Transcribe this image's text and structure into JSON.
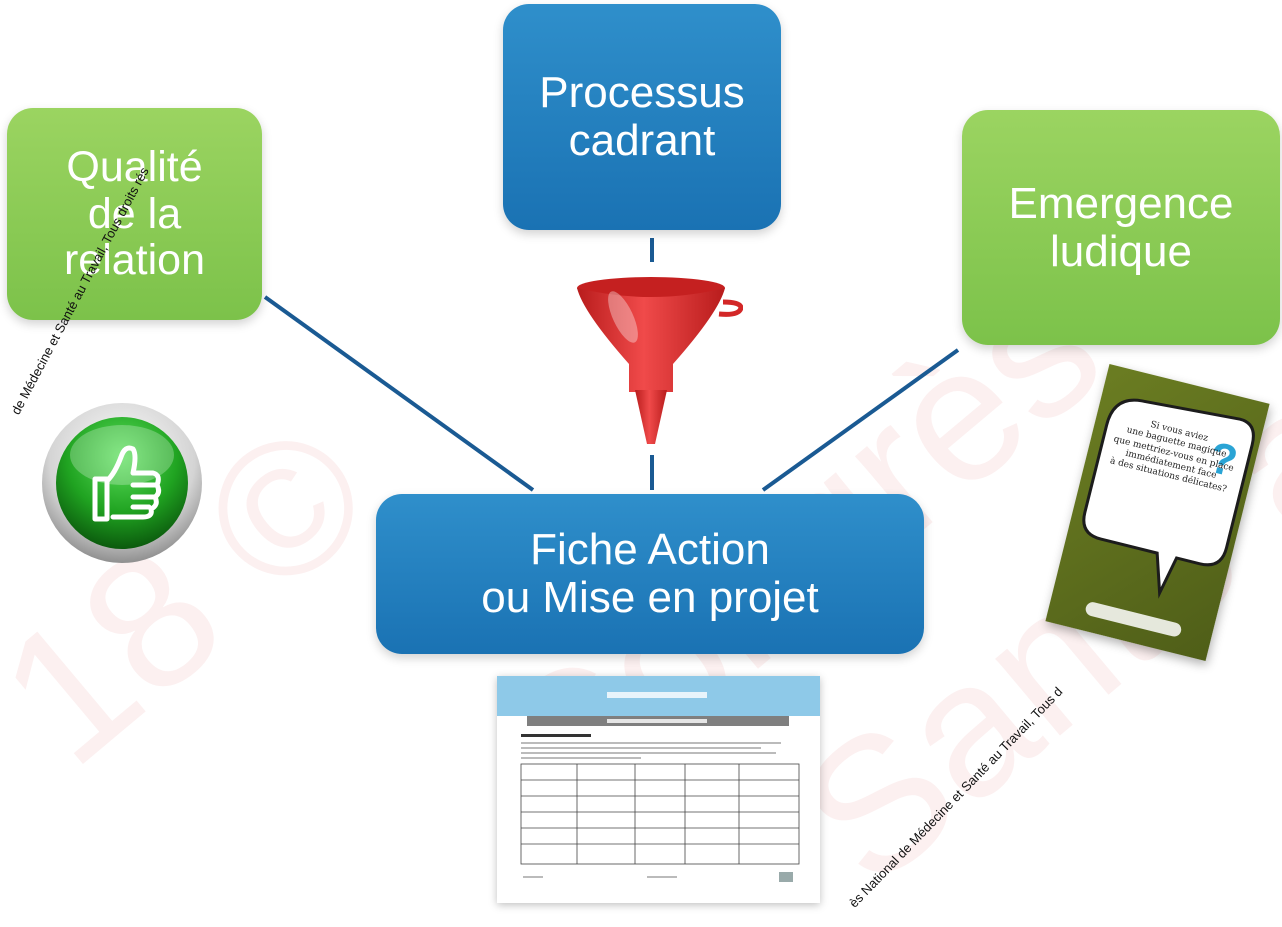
{
  "nodes": {
    "processus": "Processus\ncadrant",
    "qualite": "Qualité\nde la\nrelation",
    "emergence": "Emergence\nludique",
    "fiche": "Fiche Action\nou Mise en projet"
  },
  "colors": {
    "blue": "#1f7ec0",
    "green": "#86c84f",
    "connector": "#1a5a93",
    "funnel": "#e32b2b"
  },
  "icons": {
    "thumbs": "thumbs-up-icon",
    "funnel": "funnel-icon",
    "card": "question-card",
    "document": "document-thumbnail"
  },
  "card": {
    "bubble": "Si vous aviez\nune baguette magique\nque mettriez-vous en place\nimmédiatement face\nà des situations délicates?"
  },
  "copyright": {
    "left": "de Médecine et Santé au Travail, Tous droits rés",
    "right": "ès National de Médecine et Santé au Travail, Tous d"
  }
}
